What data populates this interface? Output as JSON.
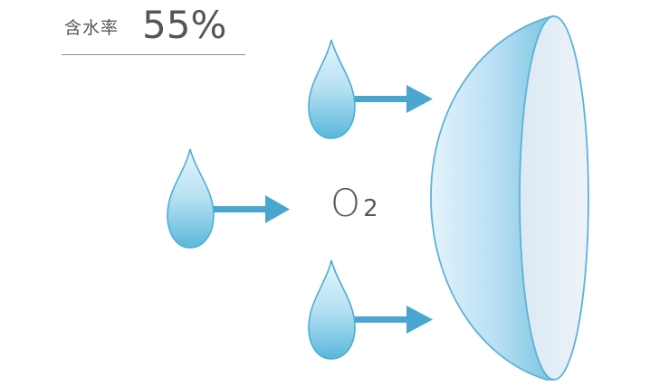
{
  "header": {
    "label": "含水率",
    "value": "55%"
  },
  "molecule": {
    "symbol": "O",
    "subscript": "2"
  },
  "icons": [
    "water-drop-icon",
    "arrow-right-icon",
    "contact-lens"
  ],
  "colors": {
    "drop_top": "#d9f0fa",
    "drop_bottom": "#5ab8db",
    "drop_stroke": "#4aaed3",
    "arrow": "#4ba6cf",
    "lens_light": "#dcf0fa",
    "lens_mid": "#a8d8ef",
    "lens_edge": "#5cb2d6",
    "lens_face": "#e3edf5",
    "text": "#555555"
  }
}
